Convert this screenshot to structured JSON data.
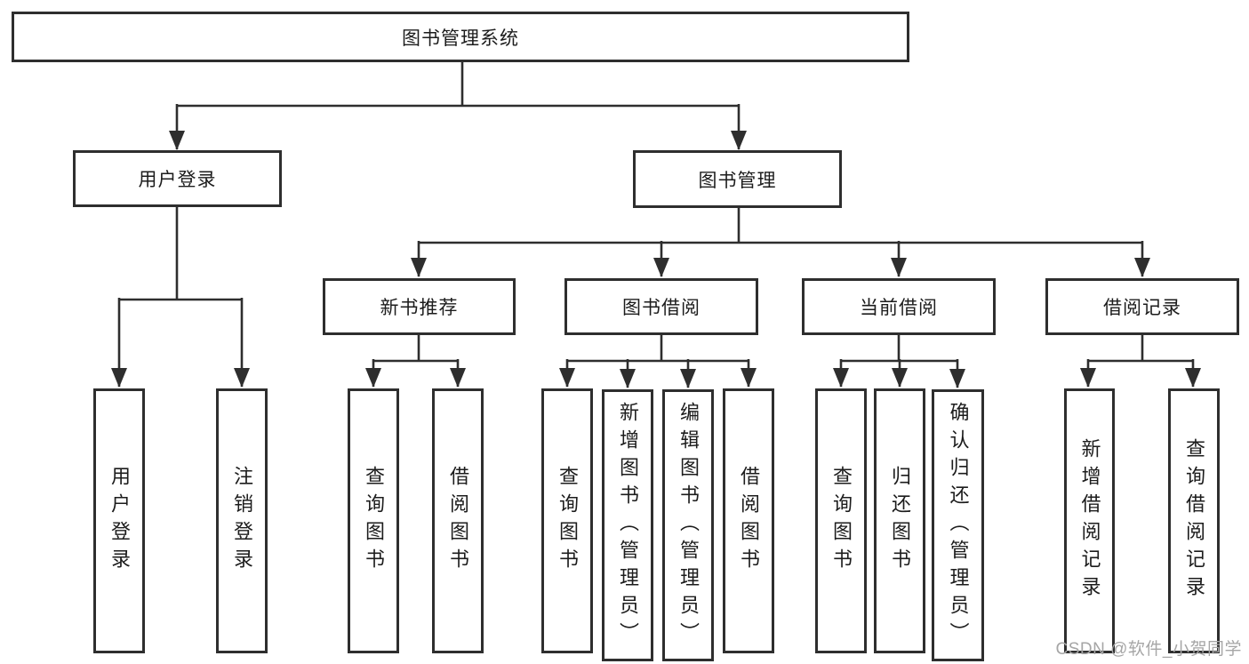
{
  "tree": {
    "label": "图书管理系统",
    "children": [
      {
        "label": "用户登录",
        "children": [
          {
            "label": "用户登录"
          },
          {
            "label": "注销登录"
          }
        ]
      },
      {
        "label": "图书管理",
        "children": [
          {
            "label": "新书推荐",
            "children": [
              {
                "label": "查询图书"
              },
              {
                "label": "借阅图书"
              }
            ]
          },
          {
            "label": "图书借阅",
            "children": [
              {
                "label": "查询图书"
              },
              {
                "label": "新增图书（管理员）"
              },
              {
                "label": "编辑图书（管理员）"
              },
              {
                "label": "借阅图书"
              }
            ]
          },
          {
            "label": "当前借阅",
            "children": [
              {
                "label": "查询图书"
              },
              {
                "label": "归还图书"
              },
              {
                "label": "确认归还（管理员）"
              }
            ]
          },
          {
            "label": "借阅记录",
            "children": [
              {
                "label": "新增借阅记录"
              },
              {
                "label": "查询借阅记录"
              }
            ]
          }
        ]
      }
    ]
  },
  "watermark": {
    "text": "CSDN @软件_小贺同学"
  },
  "colors": {
    "line": "#2e2e2e",
    "box_border": "#2e2e2e",
    "text": "#1c1c1c",
    "watermark": "#a6a6a6",
    "background": "#ffffff"
  }
}
